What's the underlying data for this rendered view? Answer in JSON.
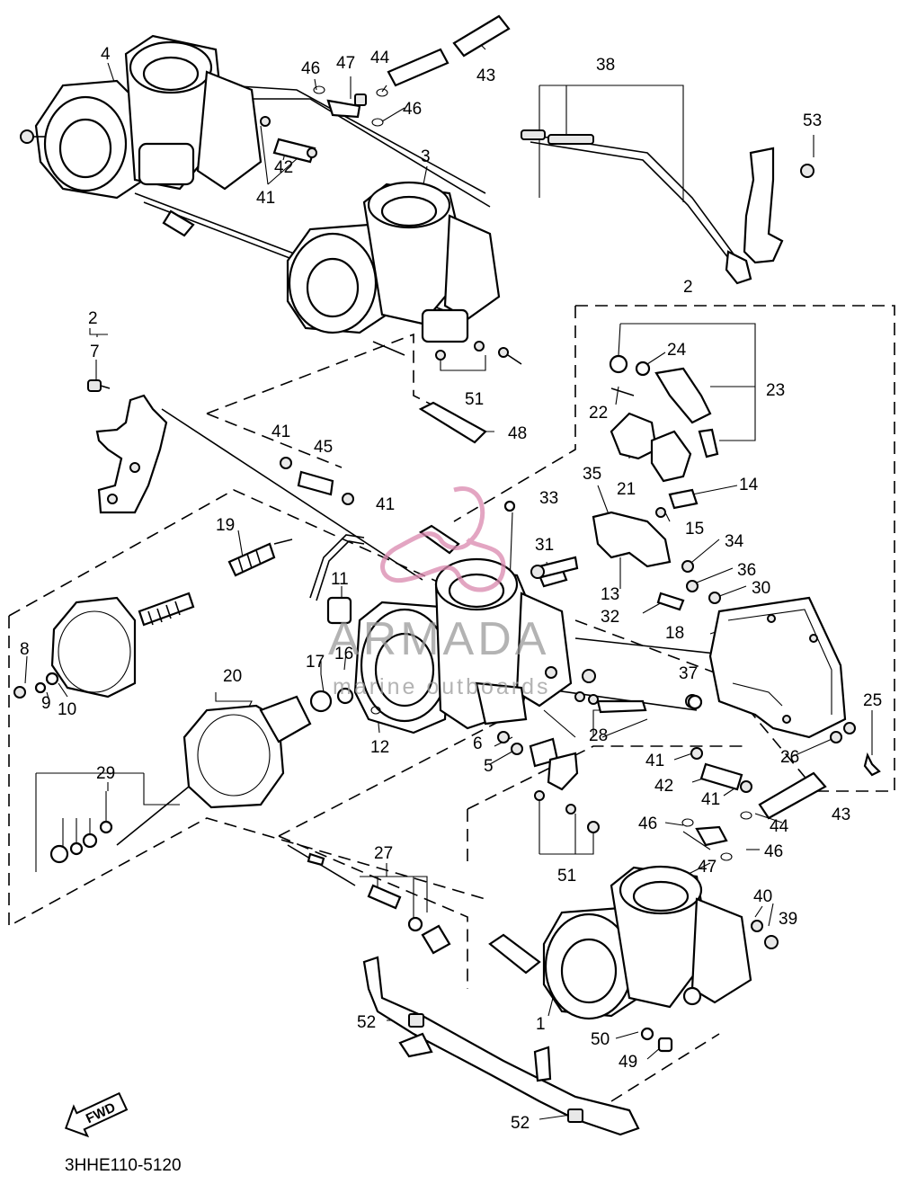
{
  "diagram_code": "3HHE110-5120",
  "fwd_label": "FWD",
  "watermark": {
    "brand": "ARMADA",
    "tagline": "marine outboards",
    "color_pink": "#d987ad"
  },
  "callouts": [
    "1",
    "2",
    "2",
    "3",
    "4",
    "5",
    "6",
    "7",
    "8",
    "9",
    "10",
    "11",
    "12",
    "13",
    "14",
    "15",
    "16",
    "17",
    "18",
    "19",
    "20",
    "21",
    "22",
    "23",
    "24",
    "25",
    "26",
    "27",
    "28",
    "29",
    "30",
    "31",
    "32",
    "33",
    "34",
    "35",
    "36",
    "37",
    "38",
    "39",
    "40",
    "41",
    "41",
    "41",
    "41",
    "41",
    "42",
    "42",
    "43",
    "43",
    "44",
    "44",
    "45",
    "46",
    "46",
    "46",
    "46",
    "47",
    "47",
    "48",
    "49",
    "50",
    "51",
    "51",
    "52",
    "52",
    "53"
  ]
}
